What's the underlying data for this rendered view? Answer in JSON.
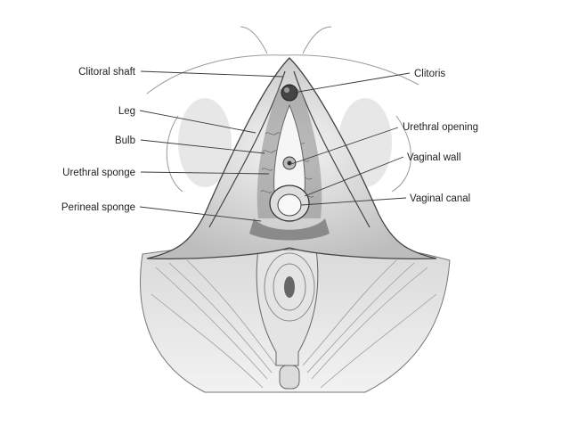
{
  "labels_left": [
    {
      "id": "clitoral-shaft",
      "text": "Clitoral shaft"
    },
    {
      "id": "leg",
      "text": "Leg"
    },
    {
      "id": "bulb",
      "text": "Bulb"
    },
    {
      "id": "urethral-sponge",
      "text": "Urethral sponge"
    },
    {
      "id": "perineal-sponge",
      "text": "Perineal sponge"
    }
  ],
  "labels_right": [
    {
      "id": "clitoris",
      "text": "Clitoris"
    },
    {
      "id": "urethral-opening",
      "text": "Urethral opening"
    },
    {
      "id": "vaginal-wall",
      "text": "Vaginal wall"
    },
    {
      "id": "vaginal-canal",
      "text": "Vaginal canal"
    }
  ],
  "colors": {
    "line": "#3a3a3a",
    "ink": "#555555",
    "shade": "#b8b8b8",
    "muscle": "#cfcfcf",
    "skin": "#eeeeee"
  }
}
